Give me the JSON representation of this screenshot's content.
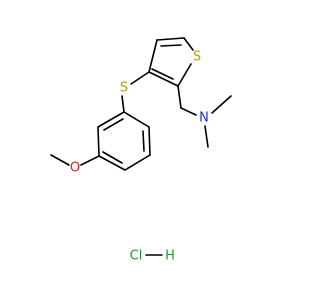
{
  "colors": {
    "bond": "#000000",
    "sulfur": "#b8a000",
    "nitrogen": "#2a2ad9",
    "oxygen": "#e0201b",
    "chlorine": "#1f9b1f",
    "hydrogen": "#1f9b1f",
    "background": "#ffffff"
  },
  "atoms": {
    "thiophene_sulfur": "S",
    "thioether_sulfur": "S",
    "amine_nitrogen": "N",
    "methoxy_oxygen": "O",
    "chlorine": "Cl",
    "hydrogen": "H"
  }
}
